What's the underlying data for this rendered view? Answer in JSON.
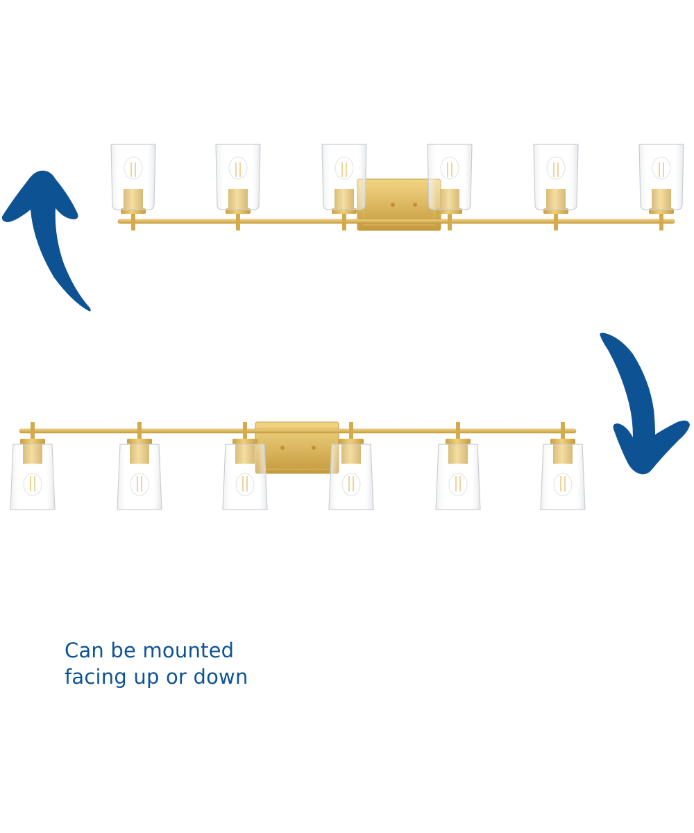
{
  "caption": {
    "line1": "Can be mounted",
    "line2": "facing up or down"
  },
  "fixtures": [
    {
      "id": "fixture-facing-up",
      "orientation": "up",
      "light_count": 6
    },
    {
      "id": "fixture-facing-down",
      "orientation": "down",
      "light_count": 6
    }
  ],
  "arrows": [
    {
      "id": "arrow-up",
      "direction": "up"
    },
    {
      "id": "arrow-down",
      "direction": "down"
    }
  ],
  "colors": {
    "arrow_blue": "#0d5394",
    "brass": "#d9b455",
    "brass_dark": "#b8913a",
    "glass_edge": "#c9cdd2"
  }
}
